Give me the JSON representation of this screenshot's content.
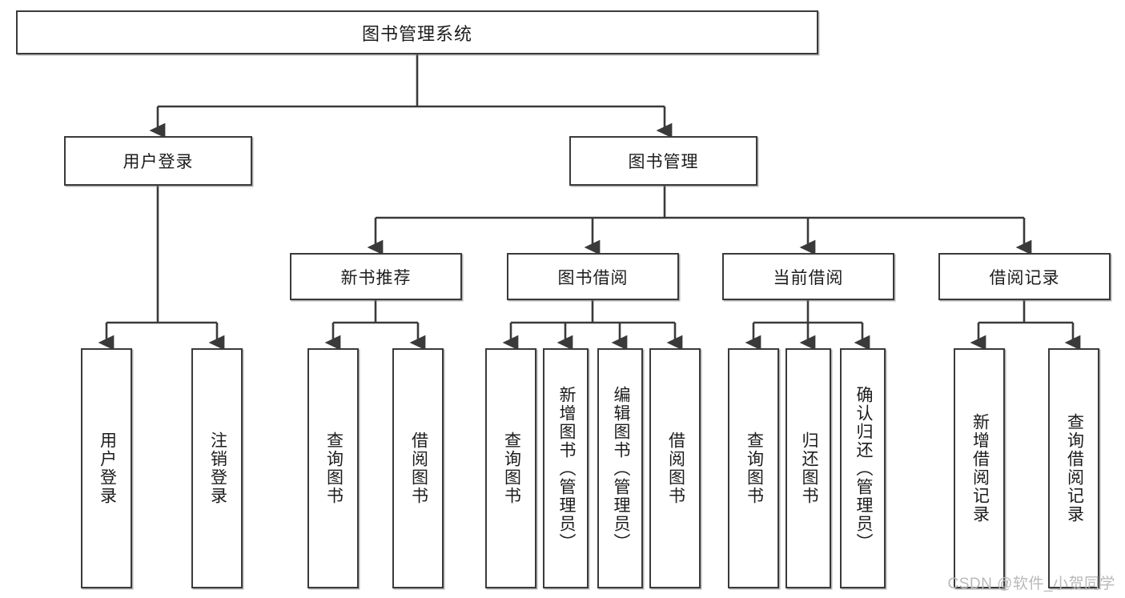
{
  "diagram": {
    "title": "图书管理系统",
    "type": "tree-hierarchy-chart",
    "root": {
      "id": "root",
      "label": "图书管理系统"
    },
    "level2": [
      {
        "id": "user-login",
        "label": "用户登录"
      },
      {
        "id": "book-manage",
        "label": "图书管理"
      }
    ],
    "level3": [
      {
        "id": "new-book-rec",
        "label": "新书推荐"
      },
      {
        "id": "book-borrow",
        "label": "图书借阅"
      },
      {
        "id": "current-borrow",
        "label": "当前借阅"
      },
      {
        "id": "borrow-record",
        "label": "借阅记录"
      }
    ],
    "leaves": [
      {
        "id": "leaf-user-login",
        "label": "用户登录",
        "parent": "用户登录"
      },
      {
        "id": "leaf-user-logout",
        "label": "注销登录",
        "parent": "用户登录"
      },
      {
        "id": "leaf-query-book-1",
        "label": "查询图书",
        "parent": "新书推荐"
      },
      {
        "id": "leaf-borrow-book-1",
        "label": "借阅图书",
        "parent": "新书推荐"
      },
      {
        "id": "leaf-query-book-2",
        "label": "查询图书",
        "parent": "图书借阅"
      },
      {
        "id": "leaf-add-book",
        "label": "新增图书（管理员）",
        "parent": "图书借阅"
      },
      {
        "id": "leaf-edit-book",
        "label": "编辑图书（管理员）",
        "parent": "图书借阅"
      },
      {
        "id": "leaf-borrow-book-2",
        "label": "借阅图书",
        "parent": "图书借阅"
      },
      {
        "id": "leaf-query-book-3",
        "label": "查询图书",
        "parent": "当前借阅"
      },
      {
        "id": "leaf-return-book",
        "label": "归还图书",
        "parent": "当前借阅"
      },
      {
        "id": "leaf-confirm-return",
        "label": "确认归还（管理员）",
        "parent": "当前借阅"
      },
      {
        "id": "leaf-add-record",
        "label": "新增借阅记录",
        "parent": "借阅记录"
      },
      {
        "id": "leaf-query-record",
        "label": "查询借阅记录",
        "parent": "借阅记录"
      }
    ],
    "colors": {
      "stroke": "#3a3a3a",
      "fill": "#ffffff",
      "text": "#1c1c1c",
      "watermark": "#b9b9b9"
    }
  },
  "watermark": {
    "text": "CSDN @软件_小贺同学"
  }
}
